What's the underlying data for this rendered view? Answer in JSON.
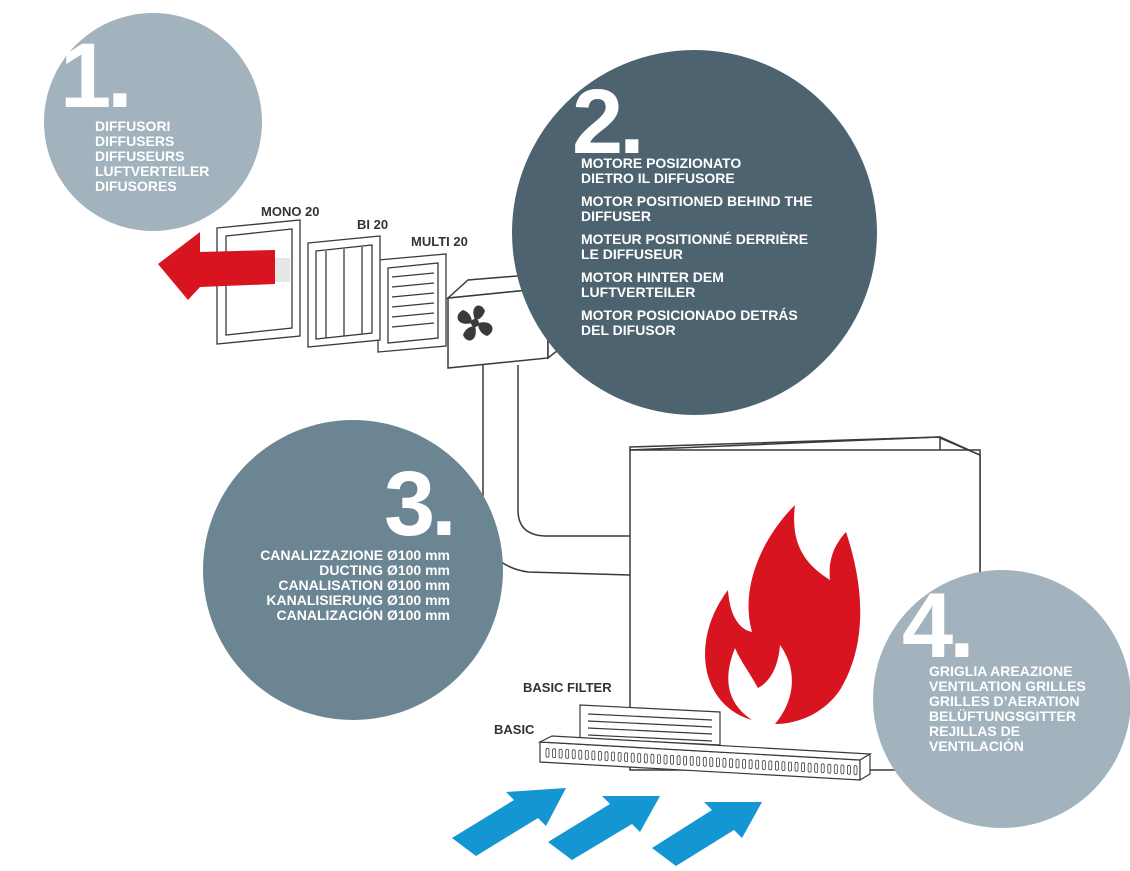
{
  "colors": {
    "circle1": "#a2b3be",
    "circle2": "#4d6470",
    "circle3": "#6b8592",
    "circle4": "#a2b3be",
    "flame": "#d7141f",
    "airflow_arrow": "#1496d2",
    "outlet_arrow": "#d7141f",
    "line": "#3a3a3a"
  },
  "callouts": [
    {
      "number": "1.",
      "lines": [
        "DIFFUSORI",
        "DIFFUSERS",
        "DIFFUSEURS",
        "LUFTVERTEILER",
        "DIFUSORES"
      ]
    },
    {
      "number": "2.",
      "lines": [
        "MOTORE POSIZIONATO",
        "DIETRO IL DIFFUSORE",
        "MOTOR POSITIONED BEHIND THE",
        "DIFFUSER",
        "MOTEUR POSITIONNÉ DERRIÈRE",
        "LE DIFFUSEUR",
        "MOTOR HINTER DEM",
        "LUFTVERTEILER",
        "MOTOR POSICIONADO DETRÁS",
        "DEL DIFUSOR"
      ]
    },
    {
      "number": "3.",
      "lines": [
        "CANALIZZAZIONE Ø100 mm",
        "DUCTING Ø100 mm",
        "CANALISATION Ø100 mm",
        "KANALISIERUNG  Ø100 mm",
        "CANALIZACIÓN Ø100 mm"
      ]
    },
    {
      "number": "4.",
      "lines": [
        "GRIGLIA AREAZIONE",
        "VENTILATION GRILLES",
        "GRILLES D’AERATION",
        "BELÜFTUNGSGITTER",
        "REJILLAS DE",
        "VENTILACIÓN"
      ]
    }
  ],
  "product_labels": {
    "mono": "MONO 20",
    "bi": "BI 20",
    "multi": "MULTI 20",
    "basic_filter": "BASIC FILTER",
    "basic": "BASIC"
  },
  "icons": {
    "fan": "fan-icon",
    "flame": "flame-icon",
    "arrow_out": "arrow-left-icon",
    "arrow_in": "arrow-up-right-icon"
  }
}
